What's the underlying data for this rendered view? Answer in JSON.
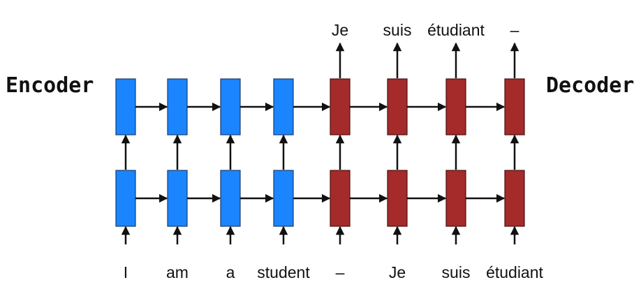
{
  "labels": {
    "encoder": "Encoder",
    "decoder": "Decoder"
  },
  "colors": {
    "encoder_cell": "#1a85ff",
    "decoder_cell": "#a52a2a",
    "arrow": "#111111"
  },
  "input_words": [
    "I",
    "am",
    "a",
    "student",
    "–",
    "Je",
    "suis",
    "étudiant"
  ],
  "output_words": [
    "Je",
    "suis",
    "étudiant",
    "–"
  ],
  "layers": 2,
  "encoder_steps": 4,
  "decoder_steps": 4
}
